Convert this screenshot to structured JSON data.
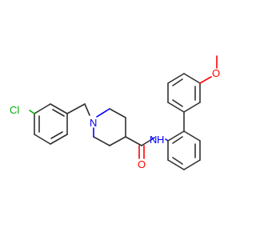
{
  "molecule": {
    "labels": {
      "cl": "Cl",
      "n_ring": "N",
      "amide_n": "N",
      "amide_h": "H",
      "carbonyl_o": "O",
      "ether_o": "O"
    },
    "colors": {
      "carbon_bond": "#303030",
      "chlorine": "#00b000",
      "nitrogen": "#0000ff",
      "oxygen": "#ff0000"
    }
  }
}
